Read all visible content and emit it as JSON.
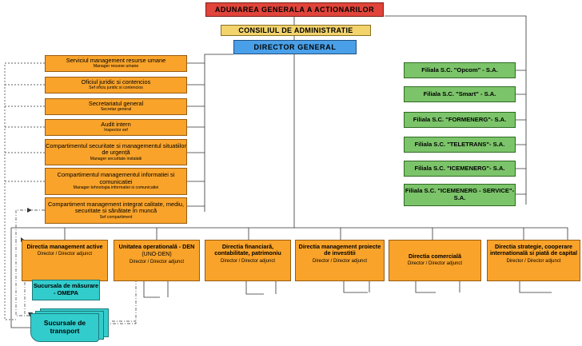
{
  "top": {
    "aga": "ADUNAREA GENERALA A ACTIONARILOR",
    "ca": "CONSILIUL DE ADMINISTRATIE",
    "dg": "DIRECTOR GENERAL"
  },
  "staff": [
    {
      "title": "Serviciul management resurse umane",
      "sub": "Manager resurse umane"
    },
    {
      "title": "Oficiul juridic si contencios",
      "sub": "Sef oficiu juridic si contencios"
    },
    {
      "title": "Secretariatul general",
      "sub": "Secretar general"
    },
    {
      "title": "Audit intern",
      "sub": "Inspector sef"
    },
    {
      "title": "Compartimentul securitate si managementul situatiilor de urgență",
      "sub": "Manager securitate instalatii"
    },
    {
      "title": "Compartimentul managementul informatiei si comunicatiei",
      "sub": "Manager tehnologia informatiei si comunicatiei"
    },
    {
      "title": "Compartiment management integrat calitate, mediu, securitate si sănătate în muncă",
      "sub": "Sef compartiment"
    }
  ],
  "filiale": [
    "Filiala S.C. \"Opcom\" -  S.A.",
    "Filiala S.C. \"Smart\" -  S.A.",
    "Filiala S.C. \"FORMENERG\"- S.A.",
    "Filiala S.C. \"TELETRANS\"- S.A.",
    "Filiala S.C. \"ICEMENERG\"- S.A.",
    "Filiala S.C. \"ICEMENERG - SERVICE\"- S.A."
  ],
  "directions": [
    {
      "title": "Directia management active",
      "title2": "",
      "sub": "Director / Director adjunct"
    },
    {
      "title": "Unitatea operatională - DEN",
      "title2": "(UNO-DEN)",
      "sub": "Director / Director adjunct"
    },
    {
      "title": "Directia financiară, contabilitate, patrimoniu",
      "title2": "",
      "sub": "Director / Director adjunct"
    },
    {
      "title": "Directia management proiecte de investitii",
      "title2": "",
      "sub": "Director / Director adjunct"
    },
    {
      "title": "Directia comercială",
      "title2": "",
      "sub": "Director / Director adjunct"
    },
    {
      "title": "Directia strategie, cooperare internatională si piată de capital",
      "title2": "",
      "sub": "Director / Director adjunct"
    }
  ],
  "branches": {
    "omepa": "Sucursala de măsurare - OMEPA",
    "transport": "Sucursale de transport"
  },
  "colors": {
    "aga": "#e0443a",
    "ca": "#f2d36c",
    "dg": "#4aa0e8",
    "department": "#f9a32a",
    "filiala": "#7cc46a",
    "branch": "#33cccc"
  }
}
